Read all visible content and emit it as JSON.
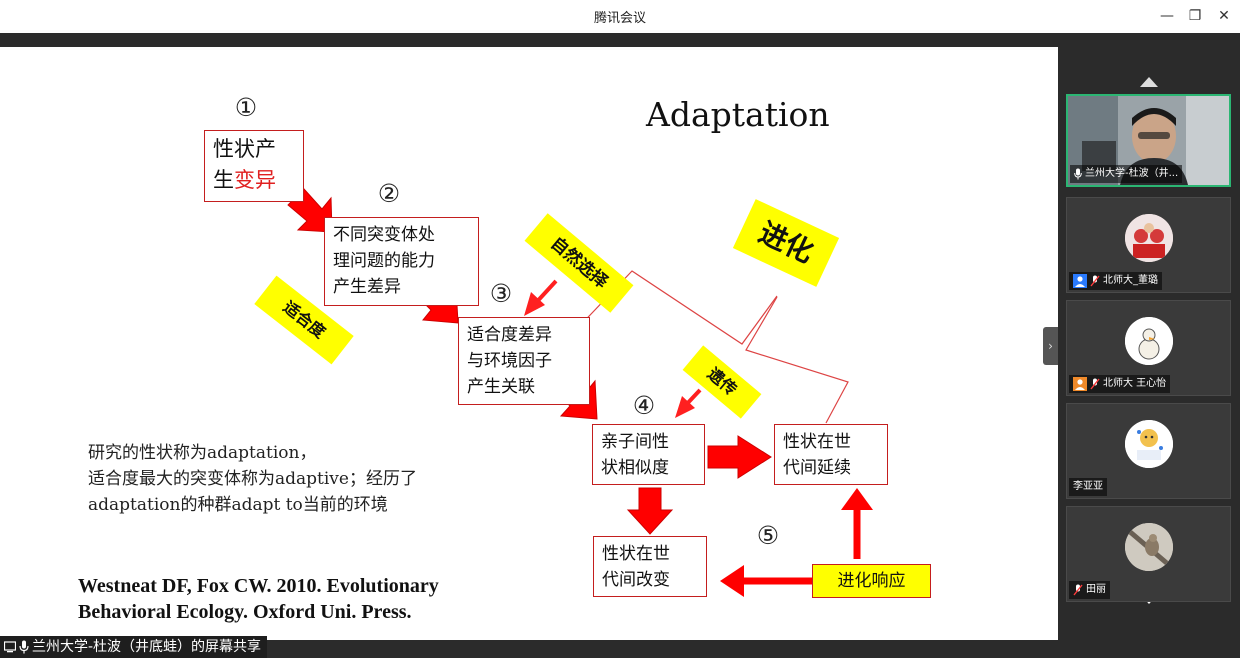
{
  "window": {
    "title": "腾讯会议",
    "minimize_glyph": "—",
    "restore_glyph": "❐",
    "close_glyph": "✕"
  },
  "slide": {
    "title": "Adaptation",
    "steps": [
      "①",
      "②",
      "③",
      "④",
      "⑤"
    ],
    "box1": {
      "line1": "性状产",
      "line2a": "生",
      "line2b": "变异"
    },
    "box2": {
      "line1": "不同突变体处",
      "line2": "理问题的能力",
      "line3": "产生差异"
    },
    "box3": {
      "line1": "适合度差异",
      "line2": "与环境因子",
      "line3": "产生关联"
    },
    "box4": {
      "line1": "亲子间性",
      "line2": "状相似度"
    },
    "box5": {
      "line1": "性状在世",
      "line2": "代间延续"
    },
    "box6": {
      "line1": "性状在世",
      "line2": "代间改变"
    },
    "evo_response": "进化响应",
    "tags": {
      "natural_selection": "自然选择",
      "evolution": "进化",
      "fitness": "适合度",
      "heredity": "遗传"
    },
    "body": {
      "line1": "研究的性状称为adaptation，",
      "line2": "适合度最大的突变体称为adaptive；经历了",
      "line3": "adaptation的种群adapt to当前的环境"
    },
    "reference": {
      "line1": "Westneat DF, Fox CW. 2010. Evolutionary",
      "line2": "Behavioral Ecology. Oxford Uni. Press."
    },
    "arrow_color": "#ff0000",
    "tag_color": "#ffff00"
  },
  "share_label": "兰州大学-杜波（井底蛙）的屏幕共享",
  "participants": [
    {
      "name": "兰州大学-杜波（井...",
      "video": true
    },
    {
      "name": "北师大_董璐"
    },
    {
      "name": "北师大 王心怡"
    },
    {
      "name": "李亚亚"
    },
    {
      "name": "田丽"
    }
  ],
  "expand_glyph": "›"
}
